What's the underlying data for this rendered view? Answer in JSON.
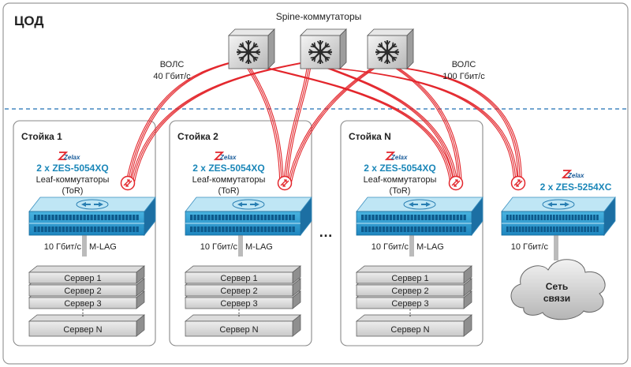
{
  "title": "ЦОД",
  "spine_label": "Spine-коммутаторы",
  "links": {
    "left_label_1": "ВОЛС",
    "left_label_2": "40 Гбит/с",
    "right_label_1": "ВОЛС",
    "right_label_2": "100 Гбит/с"
  },
  "racks": [
    {
      "name": "Стойка 1",
      "brand": "Zelax",
      "model": "2 x ZES-5054XQ",
      "role_1": "Leaf-коммутаторы",
      "role_2": "(ToR)",
      "speed": "10 Гбит/с",
      "lag": "M-LAG",
      "servers": [
        "Сервер 1",
        "Сервер 2",
        "Сервер 3",
        "⋮",
        "Сервер N"
      ]
    },
    {
      "name": "Стойка 2",
      "brand": "Zelax",
      "model": "2 x ZES-5054XQ",
      "role_1": "Leaf-коммутаторы",
      "role_2": "(ToR)",
      "speed": "10 Гбит/с",
      "lag": "M-LAG",
      "servers": [
        "Сервер 1",
        "Сервер 2",
        "Сервер 3",
        "⋮",
        "Сервер N"
      ]
    },
    {
      "name": "Стойка N",
      "brand": "Zelax",
      "model": "2 x ZES-5054XQ",
      "role_1": "Leaf-коммутаторы",
      "role_2": "(ToR)",
      "speed": "10 Гбит/с",
      "lag": "M-LAG",
      "servers": [
        "Сервер 1",
        "Сервер 2",
        "Сервер 3",
        "⋮",
        "Сервер N"
      ]
    }
  ],
  "ellipsis": "…",
  "border": {
    "brand": "Zelax",
    "model": "2 x ZES-5254XC",
    "speed": "10 Гбит/с",
    "cloud_1": "Сеть",
    "cloud_2": "связи"
  },
  "colors": {
    "fiber": "#e3262c",
    "switch_top": "#bfe6f5",
    "switch_front": "#2a9bd1",
    "port": "#0d5a8c",
    "rack_border": "#8a8a8a",
    "divider": "#1f6fb3",
    "model_text": "#1a86b8"
  }
}
